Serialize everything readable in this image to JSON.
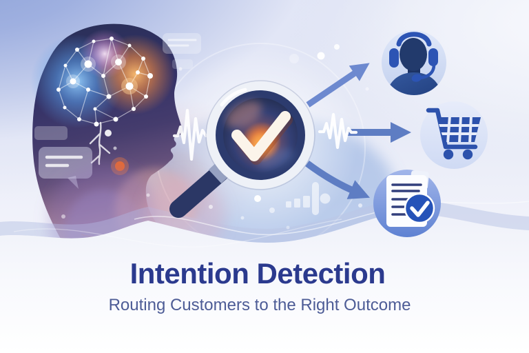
{
  "banner": {
    "title": "Intention Detection",
    "subtitle": "Routing Customers to the Right Outcome"
  },
  "illustration": {
    "left_side": [
      "profile-head-silhouette",
      "neural-brain-network",
      "chat-bubbles",
      "voice-waveform"
    ],
    "center": [
      "magnifier-checkmark",
      "voice-waveform",
      "mini-bar-chart"
    ],
    "routing": {
      "source": "magnifier-checkmark",
      "destinations": [
        "support-agent",
        "shopping-cart",
        "document-check"
      ]
    },
    "right_outcome_icons": [
      "support-agent-icon",
      "shopping-cart-icon",
      "document-check-icon"
    ]
  },
  "colors": {
    "title_text": "#2b3a8e",
    "subtitle_text": "#4d5c96",
    "background_top_left": "#8aa0d6",
    "background_bottom": "#fcfcfe",
    "head_silhouette": "#2e3360",
    "brain_glow_blue": "#5aa0eb",
    "brain_glow_orange": "#f28a40",
    "magnifier_ring_navy": "#2c3b6e",
    "lens_glow_orange": "#e8823c",
    "checkmark_white": "#fbf4ea",
    "arrow_blue": "#5e7dc3",
    "outcome_icon_blue": "#2d52ac",
    "outcome_icon_navy": "#223a6c",
    "outcome_circle_light": "#d5dff4"
  }
}
